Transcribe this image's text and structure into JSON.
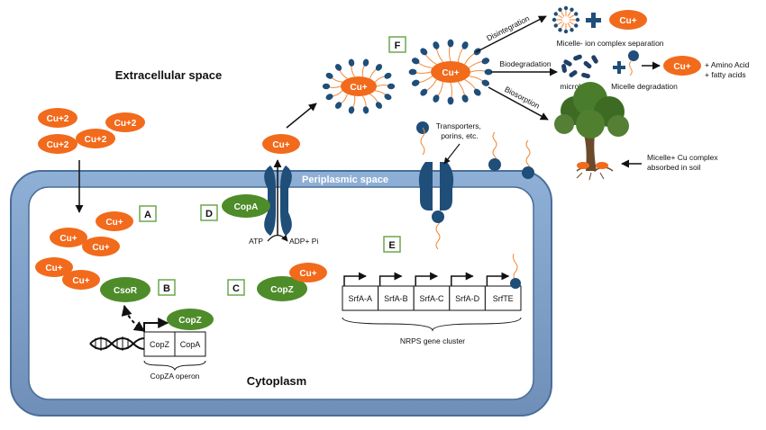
{
  "regions": {
    "extracellular": "Extracellular space",
    "periplasmic": "Periplasmic space",
    "cytoplasm": "Cytoplasm"
  },
  "ions": {
    "cu2": "Cu+2",
    "cu1": "Cu+"
  },
  "letters": [
    "A",
    "B",
    "C",
    "D",
    "E",
    "F"
  ],
  "proteins": {
    "csor": "CsoR",
    "copz": "CopZ",
    "copa": "CopA"
  },
  "operon": {
    "genes": [
      "CopZ",
      "CopA"
    ],
    "caption": "CopZA operon"
  },
  "atp": {
    "atp": "ATP",
    "adp": "ADP+ Pi"
  },
  "transporters": "Transporters,\nporins, etc.",
  "nrps": {
    "genes": [
      "SrfA-A",
      "SrfA-B",
      "SrfA-C",
      "SrfA-D",
      "SrfTE"
    ],
    "caption": "NRPS gene cluster"
  },
  "fates": {
    "disintegration": "Disintegration",
    "disintegration_result": "Micelle- ion complex separation",
    "biodegradation": "Biodegradation",
    "microbiota": "microbiota",
    "micelle_degradation": "Micelle degradation",
    "products": [
      "+ Amino Acid",
      "+ fatty acids"
    ],
    "biosorption": "Biosorption",
    "soil": [
      "Micelle+ Cu complex",
      "absorbed in soil"
    ]
  },
  "colors": {
    "ion": "#f26a1b",
    "protein": "#4e8c2a",
    "membrane": "#7f9fc4",
    "head": "#1f4e79",
    "letter_box": "#6aa84f"
  }
}
